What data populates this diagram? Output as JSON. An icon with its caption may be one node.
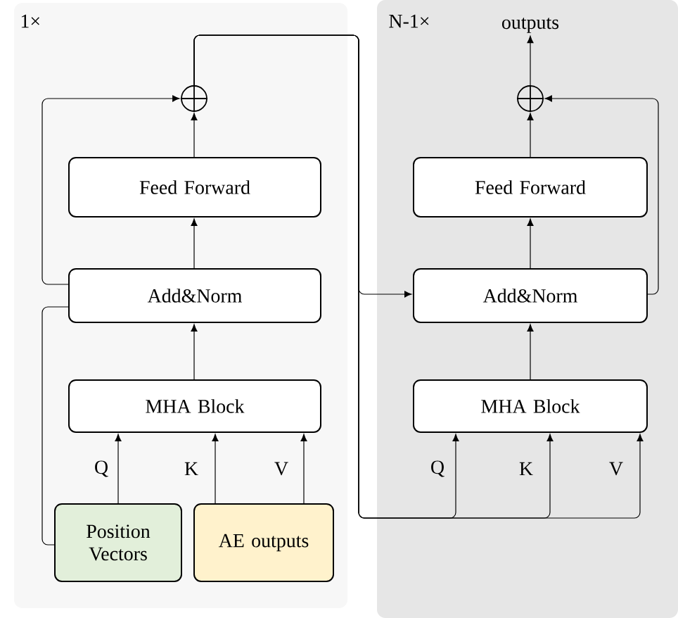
{
  "diagram": {
    "nodes": [
      {
        "text": [
          "1×"
        ]
      },
      {
        "text": [
          "N-1×"
        ]
      },
      {
        "text": [],
        "shape": "circle",
        "in": 0
      },
      {
        "text": [
          "Feed Forward"
        ],
        "in": 0
      },
      {
        "text": [
          "Add&Norm"
        ],
        "in": 0
      },
      {
        "text": [
          "MHA Block"
        ],
        "in": 0
      },
      {
        "text": [
          "Position Vectors"
        ],
        "in": 0
      },
      {
        "text": [
          "AE outputs"
        ],
        "in": 0
      },
      {
        "text": [],
        "shape": "circle",
        "in": 1
      },
      {
        "text": [
          "outputs"
        ],
        "in": 1
      },
      {
        "text": [
          "Feed Forward"
        ],
        "in": 1
      },
      {
        "text": [
          "Add&Norm"
        ],
        "in": 1
      },
      {
        "text": [
          "MHA Block"
        ],
        "in": 1
      }
    ],
    "edges": [
      {
        "from": 3,
        "to": 2,
        "arrow": "to"
      },
      {
        "from": 4,
        "to": 3,
        "arrow": "to"
      },
      {
        "from": 4,
        "to": 2,
        "arrow": "to"
      },
      {
        "from": 5,
        "to": 4,
        "arrow": "to"
      },
      {
        "from": 6,
        "to": 5,
        "arrow": "to",
        "label": "Q"
      },
      {
        "from": 7,
        "to": 5,
        "arrow": "to",
        "label": "K"
      },
      {
        "from": 7,
        "to": 5,
        "arrow": "to",
        "label": "V"
      },
      {
        "from": 6,
        "to": 4,
        "arrow": "none"
      },
      {
        "from": 2,
        "to": 11,
        "arrow": "to"
      },
      {
        "from": 2,
        "to": 12,
        "arrow": "to",
        "label": "Q"
      },
      {
        "from": 2,
        "to": 12,
        "arrow": "to",
        "label": "K"
      },
      {
        "from": 2,
        "to": 12,
        "arrow": "to",
        "label": "V"
      },
      {
        "from": 12,
        "to": 11,
        "arrow": "to"
      },
      {
        "from": 11,
        "to": 10,
        "arrow": "to"
      },
      {
        "from": 10,
        "to": 8,
        "arrow": "to"
      },
      {
        "from": 11,
        "to": 8,
        "arrow": "to"
      },
      {
        "from": 8,
        "to": 9,
        "arrow": "to"
      }
    ]
  }
}
